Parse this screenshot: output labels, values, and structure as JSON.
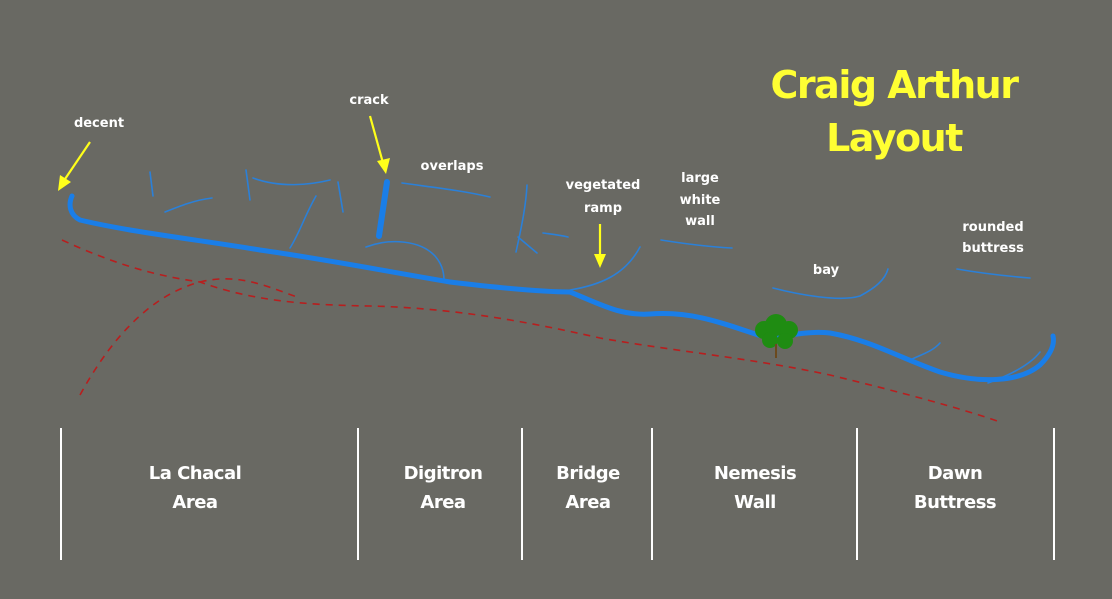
{
  "title": {
    "line1": "Craig Arthur",
    "line2": "Layout"
  },
  "annotations": {
    "decent": "decent",
    "crack": "crack",
    "overlaps": "overlaps",
    "vegetated_ramp": [
      "vegetated",
      "ramp"
    ],
    "large_white_wall": [
      "large",
      "white",
      "wall"
    ],
    "bay": "bay",
    "rounded_buttress": [
      "rounded",
      "buttress"
    ]
  },
  "areas": [
    {
      "lines": [
        "La Chacal",
        "Area"
      ]
    },
    {
      "lines": [
        "Digitron",
        "Area"
      ]
    },
    {
      "lines": [
        "Bridge",
        "Area"
      ]
    },
    {
      "lines": [
        "Nemesis",
        "Wall"
      ]
    },
    {
      "lines": [
        "Dawn",
        "Buttress"
      ]
    }
  ],
  "colors": {
    "background": "#696963",
    "title": "#ffff33",
    "cliff_line": "#1a7ee8",
    "approach_path": "#b81e1e",
    "arrow": "#ffff1a",
    "tree": "#1f8c12"
  },
  "icons": {
    "tree": "tree-icon"
  }
}
